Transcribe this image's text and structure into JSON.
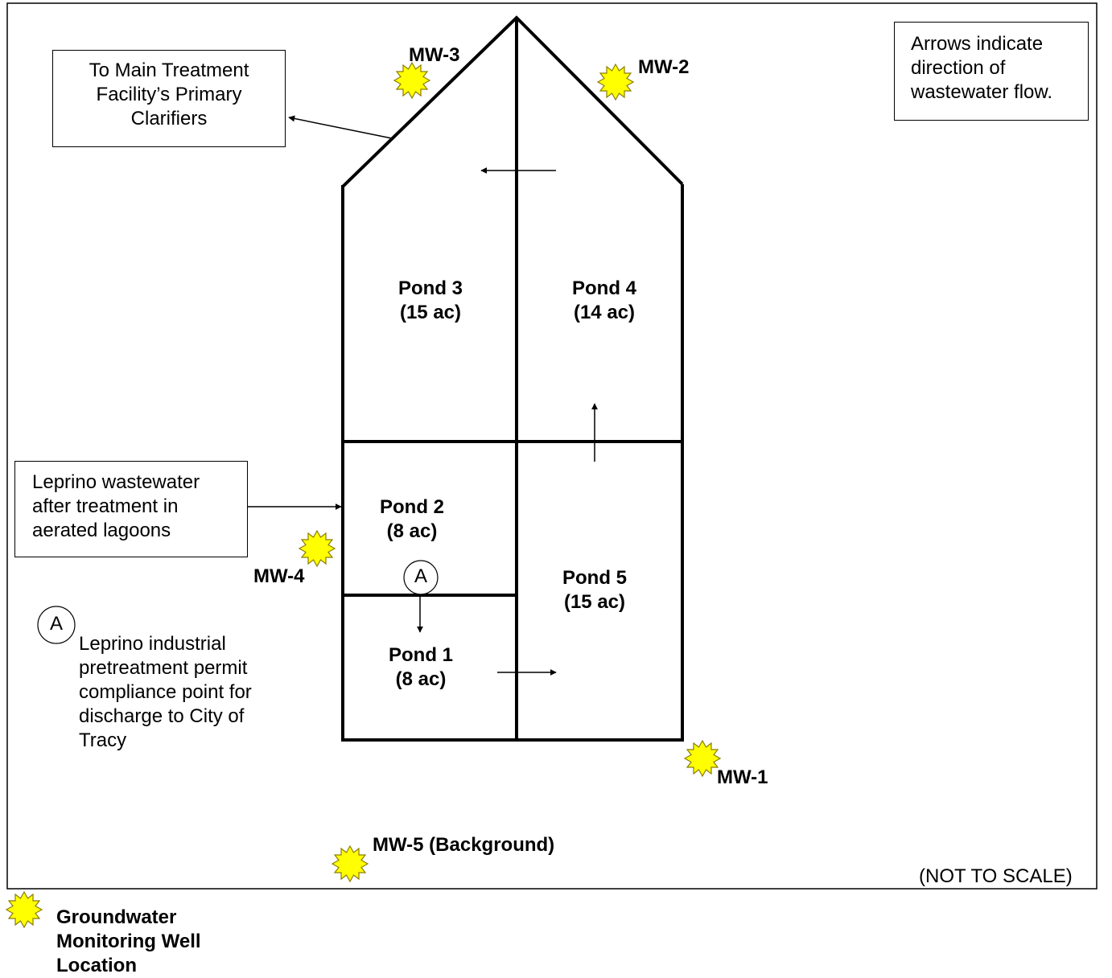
{
  "diagram": {
    "ponds": [
      {
        "name": "Pond 3",
        "area": "(15 ac)"
      },
      {
        "name": "Pond 4",
        "area": "(14 ac)"
      },
      {
        "name": "Pond 2",
        "area": "(8 ac)"
      },
      {
        "name": "Pond 5",
        "area": "(15 ac)"
      },
      {
        "name": "Pond 1",
        "area": "(8 ac)"
      }
    ],
    "wells": {
      "mw1": "MW-1",
      "mw2": "MW-2",
      "mw3": "MW-3",
      "mw4": "MW-4",
      "mw5": "MW-5 (Background)"
    },
    "boxes": {
      "treatment": [
        "To Main Treatment",
        "Facility’s Primary",
        "Clarifiers"
      ],
      "leprino_inflow": [
        "Leprino wastewater",
        "after treatment in",
        "aerated lagoons"
      ],
      "flow_note": [
        "Arrows indicate",
        "direction of",
        "wastewater flow."
      ]
    },
    "compliance": {
      "marker": "A",
      "lines": [
        "Leprino industrial",
        "pretreatment permit",
        "compliance point for",
        "discharge to City of",
        "Tracy"
      ]
    },
    "scale_note": "(NOT TO SCALE)",
    "legend": {
      "lines": [
        "Groundwater",
        "Monitoring Well",
        "Location"
      ]
    },
    "colors": {
      "well_fill": "#ffff00",
      "well_stroke": "#8b7d00",
      "line": "#000000"
    }
  }
}
